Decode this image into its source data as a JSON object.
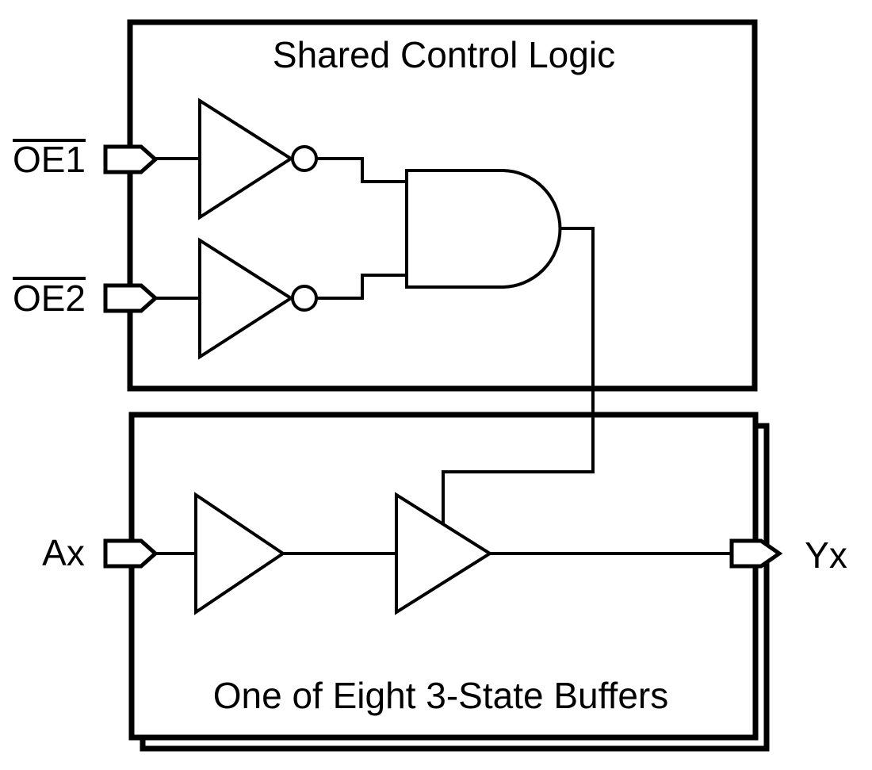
{
  "diagram": {
    "titles": {
      "control_block": "Shared Control Logic",
      "buffer_block": "One of Eight 3-State Buffers"
    },
    "labels": {
      "oe1": "OE1",
      "oe2": "OE2",
      "input": "Ax",
      "output": "Yx"
    },
    "notes": {
      "oe1_overbar": "active-low (overbar)",
      "oe2_overbar": "active-low (overbar)"
    },
    "icons": {
      "inverter": "not-gate-triangle-with-bubble",
      "and": "and-gate",
      "buffer": "buffer-triangle",
      "pin": "pentagon-port-arrow"
    },
    "colors": {
      "line": "#000000",
      "text": "#000000",
      "background": "#ffffff"
    }
  }
}
